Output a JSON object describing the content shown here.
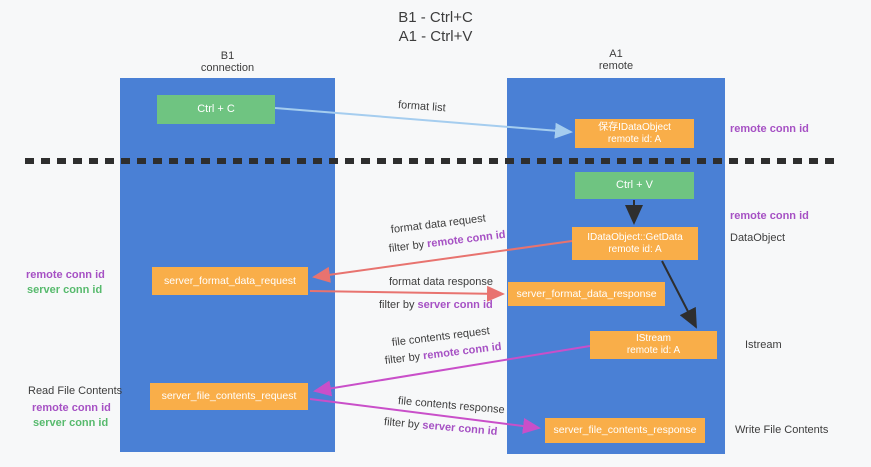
{
  "title": {
    "line1": "B1 - Ctrl+C",
    "line2": "A1 - Ctrl+V"
  },
  "lanes": {
    "left": {
      "title": "B1",
      "subtitle": "connection"
    },
    "right": {
      "title": "A1",
      "subtitle": "remote"
    }
  },
  "boxes": {
    "ctrl_c": {
      "label": "Ctrl + C"
    },
    "ctrl_v": {
      "label": "Ctrl + V"
    },
    "save_idataobject": {
      "line1": "保存IDataObject",
      "line2": "remote id: A"
    },
    "getdata": {
      "line1": "IDataObject::GetData",
      "line2": "remote id: A"
    },
    "istream": {
      "line1": "IStream",
      "line2": "remote id: A"
    },
    "format_request": {
      "label": "server_format_data_request"
    },
    "format_response": {
      "label": "server_format_data_response"
    },
    "file_request": {
      "label": "server_file_contents_request"
    },
    "file_response": {
      "label": "server_file_contents_response"
    }
  },
  "side_labels": {
    "remote_conn_id_top_right": "remote conn id",
    "remote_conn_id_mid_right": "remote conn id",
    "dataobject": "DataObject",
    "istream": "Istream",
    "write_file_contents": "Write File Contents",
    "read_file_contents": "Read File Contents",
    "remote_conn_id_left_1": "remote conn id",
    "server_conn_id_left_1": "server conn id",
    "remote_conn_id_left_2": "remote conn id",
    "server_conn_id_left_2": "server conn id"
  },
  "arrows": {
    "format_list": {
      "label": "format list"
    },
    "format_data_request": {
      "label": "format data request",
      "filter_prefix": "filter by",
      "filter_id": "remote conn id"
    },
    "format_data_response": {
      "label": "format data response",
      "filter_prefix": "filter by",
      "filter_id": "server conn id"
    },
    "file_contents_request": {
      "label": "file contents request",
      "filter_prefix": "filter by",
      "filter_id": "remote conn id"
    },
    "file_contents_response": {
      "label": "file contents response",
      "filter_prefix": "filter by",
      "filter_id": "server conn id"
    }
  },
  "colors": {
    "bg": "#f7f8f9",
    "lane_blue": "#4a80d5",
    "box_green": "#6fc481",
    "box_orange": "#f9ae49",
    "arrow_red": "#e8736f",
    "arrow_magenta": "#c94fc9",
    "arrow_lightblue": "#a5cdef",
    "arrow_black": "#2e2e2e",
    "text_purple": "#a651c4",
    "text_green": "#57ba6d",
    "text_dark": "#3d3d3d"
  }
}
